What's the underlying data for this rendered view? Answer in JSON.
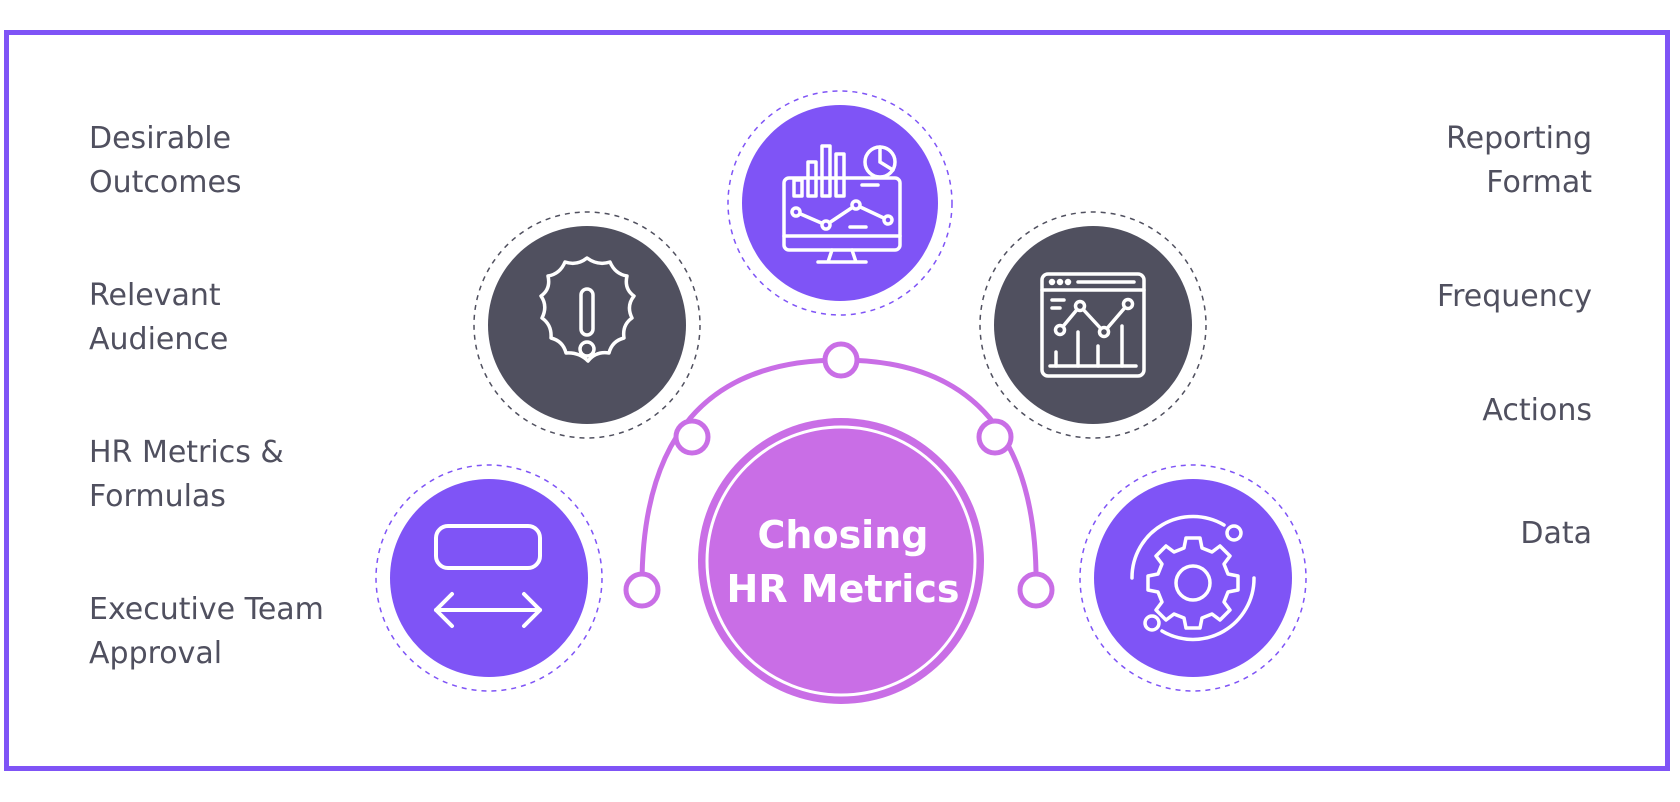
{
  "left_labels": [
    {
      "line1": "Desirable",
      "line2": "Outcomes"
    },
    {
      "line1": "Relevant",
      "line2": "Audience"
    },
    {
      "line1": "HR Metrics &",
      "line2": "Formulas"
    },
    {
      "line1": "Executive Team",
      "line2": "Approval"
    }
  ],
  "right_labels": [
    {
      "line1": "Reporting",
      "line2": "Format"
    },
    {
      "line1": "Frequency",
      "line2": ""
    },
    {
      "line1": "Actions",
      "line2": ""
    },
    {
      "line1": "Data",
      "line2": ""
    }
  ],
  "center": {
    "line1": "Chosing",
    "line2": "HR Metrics"
  },
  "icons": [
    "monitor-chart-icon",
    "alert-badge-icon",
    "dashboard-chart-icon",
    "resize-arrows-icon",
    "gear-cycle-icon"
  ],
  "colors": {
    "frame": "#7f54f6",
    "purple": "#7f54f6",
    "dark": "#50505f",
    "center": "#c96ee6",
    "text": "#50505f"
  }
}
